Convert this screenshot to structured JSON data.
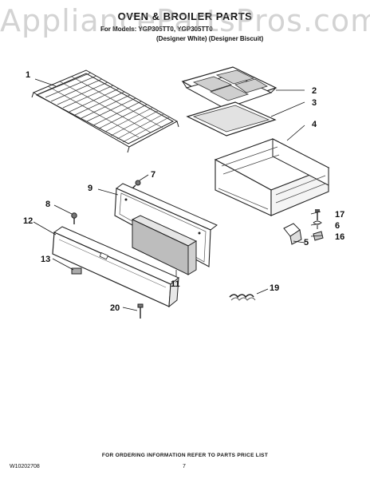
{
  "watermark": "AppliancePartsPros.com",
  "header": {
    "title": "OVEN & BROILER PARTS",
    "models_line": "For Models: YGP305TT0, YGP305TT0",
    "variants_line": "(Designer White)  (Designer Biscuit)"
  },
  "callouts": [
    "1",
    "2",
    "3",
    "4",
    "5",
    "6",
    "7",
    "8",
    "9",
    "11",
    "12",
    "13",
    "16",
    "17",
    "19",
    "20"
  ],
  "footer": {
    "ordering_note": "FOR ORDERING INFORMATION REFER TO PARTS PRICE LIST",
    "doc_number": "W10202708",
    "page_number": "7"
  }
}
